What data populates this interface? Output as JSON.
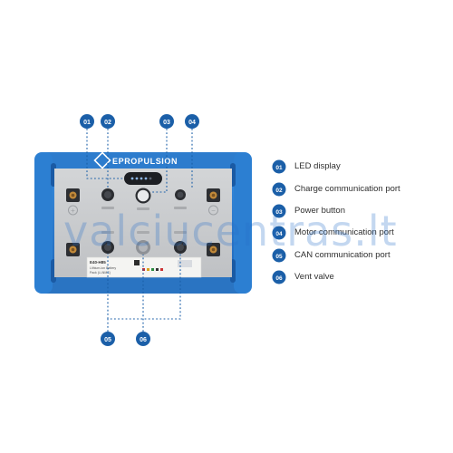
{
  "brand": {
    "name": "EPROPULSION"
  },
  "product_label": {
    "model": "E40-H85",
    "line1": "Lithium-ion Battery",
    "line2": "Pack (Li-NMC)"
  },
  "callouts": [
    {
      "num": "01",
      "label": "LED display"
    },
    {
      "num": "02",
      "label": "Charge communication port"
    },
    {
      "num": "03",
      "label": "Power button"
    },
    {
      "num": "04",
      "label": "Motor communication port"
    },
    {
      "num": "05",
      "label": "CAN communication port"
    },
    {
      "num": "06",
      "label": "Vent valve"
    }
  ],
  "terminals": {
    "positive": "+",
    "negative": "−"
  },
  "watermark": "valciucentras.lt",
  "colors": {
    "accent": "#1f6fc5",
    "badge": "#1b5fa8",
    "frame": "#2a7fd4",
    "panel": "#c9cbcd",
    "leader": "#1b5fa8"
  }
}
